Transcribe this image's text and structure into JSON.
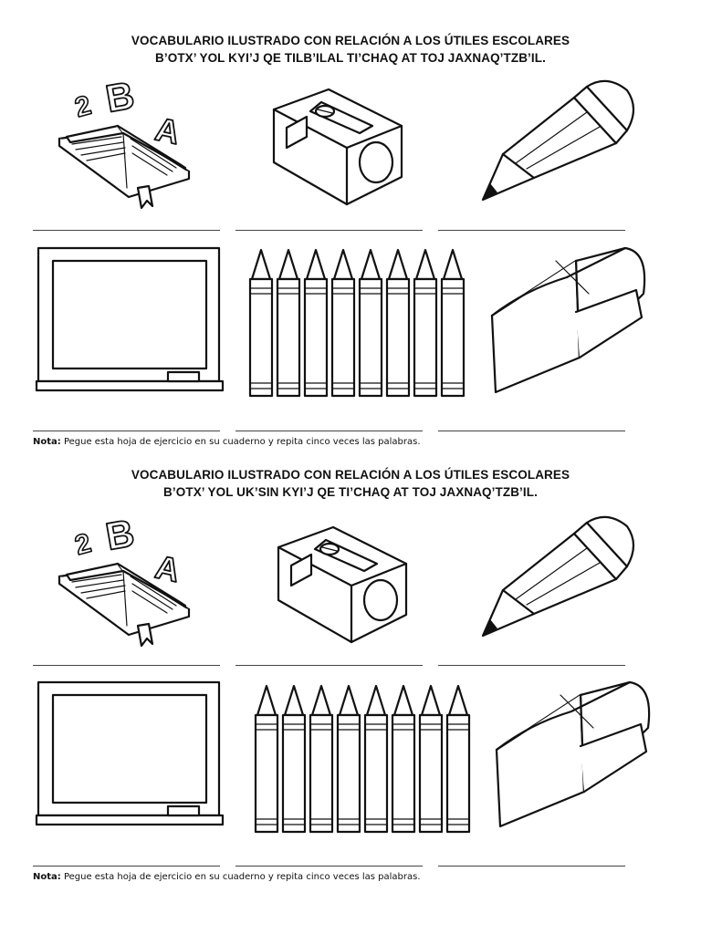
{
  "sheets": [
    {
      "title_line1": "VOCABULARIO ILUSTRADO CON RELACIÓN A LOS ÚTILES ESCOLARES",
      "title_line2": "B’OTX’ YOL  KYI’J QE TILB’ILAL TI’CHAQ AT TOJ JAXNAQ’TZB’IL.",
      "note_label": "Nota:",
      "note_text": " Pegue esta hoja de ejercicio en su cuaderno y repita cinco veces las palabras."
    },
    {
      "title_line1": "VOCABULARIO ILUSTRADO CON RELACIÓN A LOS ÚTILES ESCOLARES",
      "title_line2": "B’OTX’ YOL UK’SIN KYI’J QE TI’CHAQ AT TOJ JAXNAQ’TZB’IL.",
      "note_label": "Nota:",
      "note_text": " Pegue esta hoja de ejercicio en su cuaderno y repita cinco veces las palabras."
    }
  ],
  "book_letters": [
    "2",
    "B",
    "A"
  ],
  "icons": [
    "book-icon",
    "sharpener-icon",
    "pencil-icon",
    "chalkboard-icon",
    "crayons-icon",
    "eraser-icon"
  ]
}
